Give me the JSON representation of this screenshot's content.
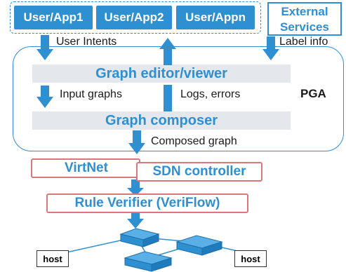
{
  "apps": [
    "User/App1",
    "User/App2",
    "User/Appn"
  ],
  "external": {
    "line1": "External",
    "line2": "Services"
  },
  "labels": {
    "user_intents": "User Intents",
    "label_info": "Label info",
    "input_graphs": "Input graphs",
    "logs_errors": "Logs, errors",
    "composed_graph": "Composed graph"
  },
  "pga": {
    "name": "PGA",
    "editor": "Graph editor/viewer",
    "composer": "Graph composer"
  },
  "virtnet": "VirtNet",
  "sdn": "SDN controller",
  "verifier": "Rule Verifier (VeriFlow)",
  "hosts": [
    "host",
    "host"
  ],
  "colors": {
    "accent": "#2e8fd1",
    "red_border": "#d9787a",
    "gray_bar": "#e4e8ec"
  }
}
